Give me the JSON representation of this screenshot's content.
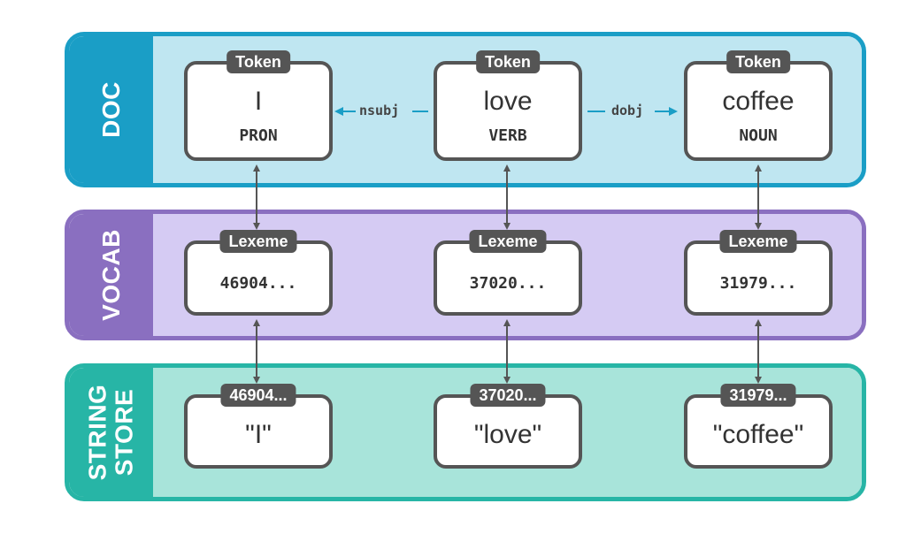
{
  "bands": {
    "doc": {
      "label": "DOC"
    },
    "vocab": {
      "label": "VOCAB"
    },
    "store": {
      "label": "STRING\nSTORE"
    }
  },
  "tokens": [
    {
      "tag": "Token",
      "text": "I",
      "pos": "PRON"
    },
    {
      "tag": "Token",
      "text": "love",
      "pos": "VERB"
    },
    {
      "tag": "Token",
      "text": "coffee",
      "pos": "NOUN"
    }
  ],
  "dependencies": [
    {
      "label": "nsubj"
    },
    {
      "label": "dobj"
    }
  ],
  "lexemes": [
    {
      "tag": "Lexeme",
      "id": "46904..."
    },
    {
      "tag": "Lexeme",
      "id": "37020..."
    },
    {
      "tag": "Lexeme",
      "id": "31979..."
    }
  ],
  "strings": [
    {
      "hash": "46904...",
      "text": "\"I\""
    },
    {
      "hash": "37020...",
      "text": "\"love\""
    },
    {
      "hash": "31979...",
      "text": "\"coffee\""
    }
  ],
  "colors": {
    "doc": "#1a9ec6",
    "vocab": "#8a6fc0",
    "store": "#27b5a6",
    "node_border": "#555555",
    "arrow": "#555555"
  }
}
